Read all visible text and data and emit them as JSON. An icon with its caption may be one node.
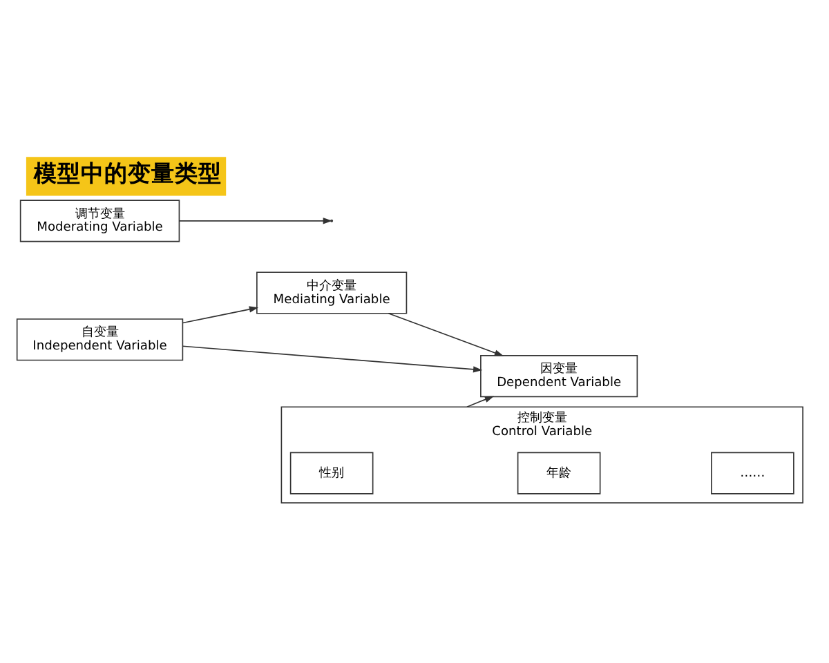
{
  "diagram": {
    "title": "模型中的变量类型",
    "nodes": [
      {
        "text": [
          "自变量",
          "Independent Variable"
        ]
      },
      {
        "text": [
          "中介变量",
          "Mediating Variable"
        ]
      },
      {
        "text": [
          "因变量",
          "Dependent Variable"
        ]
      },
      {
        "text": [
          "调节变量",
          "Moderating Variable"
        ]
      },
      {
        "text": [
          "控制变量",
          "Control Variable"
        ]
      },
      {
        "text": [
          "性别"
        ],
        "in": 4
      },
      {
        "text": [
          "年龄"
        ],
        "in": 4
      },
      {
        "text": [
          "……"
        ],
        "in": 4
      }
    ],
    "edges": [
      {
        "from": 0,
        "to": 1,
        "arrow": "to"
      },
      {
        "from": 1,
        "to": 2,
        "arrow": "to"
      },
      {
        "from": 0,
        "to": 2,
        "arrow": "to"
      },
      {
        "from": 3,
        "to": null,
        "arrow": "to"
      },
      {
        "from": 4,
        "to": 2,
        "arrow": "to"
      }
    ]
  }
}
